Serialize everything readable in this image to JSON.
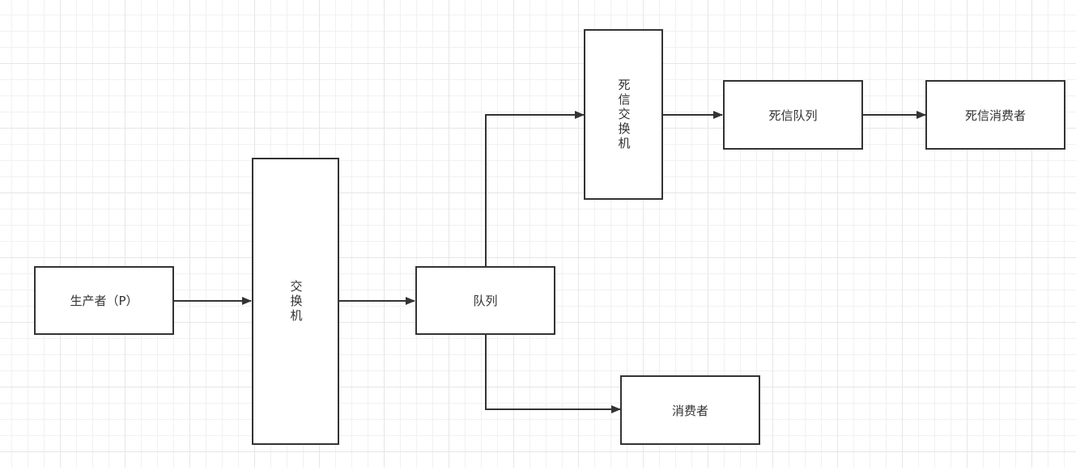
{
  "diagram": {
    "title": "",
    "colors": {
      "stroke": "#333333",
      "fill": "#ffffff",
      "text": "#333333",
      "grid_minor": "#f1f1f1",
      "grid_major": "#e6e6e6"
    },
    "nodes": [
      {
        "id": "producer",
        "label": "生产者（P）"
      },
      {
        "id": "exchange",
        "label": "交换机"
      },
      {
        "id": "queue",
        "label": "队列"
      },
      {
        "id": "consumer",
        "label": "消费者"
      },
      {
        "id": "dlx",
        "label": "死信交换机"
      },
      {
        "id": "dlq",
        "label": "死信队列"
      },
      {
        "id": "dl_consumer",
        "label": "死信消费者"
      }
    ],
    "edges": [
      {
        "from": "producer",
        "to": "exchange"
      },
      {
        "from": "exchange",
        "to": "queue"
      },
      {
        "from": "queue",
        "to": "dlx"
      },
      {
        "from": "queue",
        "to": "consumer"
      },
      {
        "from": "dlx",
        "to": "dlq"
      },
      {
        "from": "dlq",
        "to": "dl_consumer"
      }
    ]
  }
}
